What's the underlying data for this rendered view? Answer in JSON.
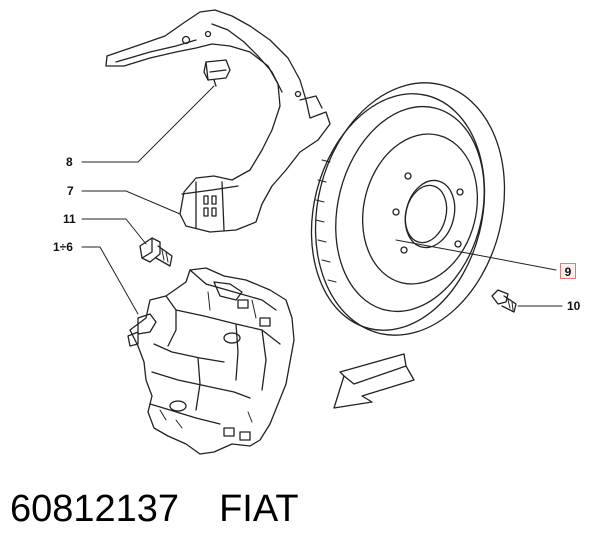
{
  "callouts": {
    "item_8": "8",
    "item_7": "7",
    "item_11": "11",
    "item_1_6": "1÷6",
    "item_9": "9",
    "item_10": "10"
  },
  "footer": {
    "part_number": "60812137",
    "brand": "FIAT"
  },
  "colors": {
    "line": "#222222",
    "highlight_border": "#e07a7a",
    "highlight_fill": "#fdeeee"
  }
}
